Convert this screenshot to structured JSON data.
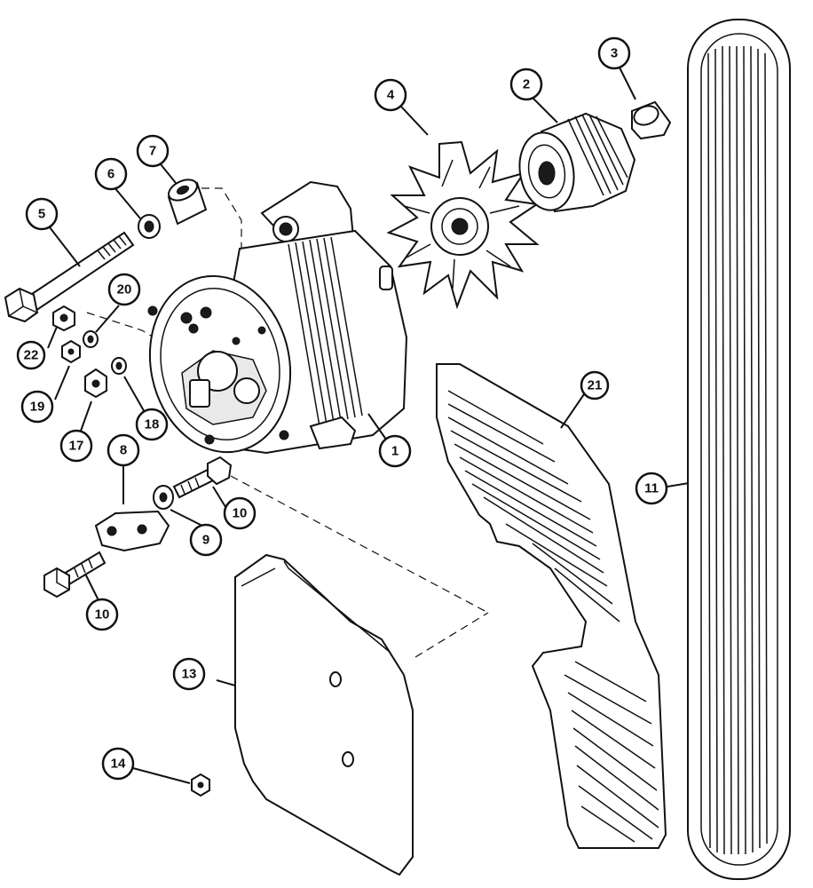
{
  "callouts": [
    {
      "id": "1",
      "label": "1"
    },
    {
      "id": "2",
      "label": "2"
    },
    {
      "id": "3",
      "label": "3"
    },
    {
      "id": "4",
      "label": "4"
    },
    {
      "id": "5",
      "label": "5"
    },
    {
      "id": "6",
      "label": "6"
    },
    {
      "id": "7",
      "label": "7"
    },
    {
      "id": "8",
      "label": "8"
    },
    {
      "id": "9",
      "label": "9"
    },
    {
      "id": "10a",
      "label": "10"
    },
    {
      "id": "10b",
      "label": "10"
    },
    {
      "id": "11",
      "label": "11"
    },
    {
      "id": "13",
      "label": "13"
    },
    {
      "id": "14",
      "label": "14"
    },
    {
      "id": "17",
      "label": "17"
    },
    {
      "id": "18",
      "label": "18"
    },
    {
      "id": "19",
      "label": "19"
    },
    {
      "id": "20",
      "label": "20"
    },
    {
      "id": "21",
      "label": "21"
    },
    {
      "id": "22",
      "label": "22"
    }
  ],
  "parts": {
    "alternator": "alternator-assembly",
    "pulley": "pulley",
    "pulley_nut_cap": "pulley-cap",
    "fan": "cooling-fan",
    "long_bolt": "long-bolt",
    "washer": "washer",
    "spacer": "spacer",
    "bracket_plate": "bracket-plate",
    "flat_washer": "flat-washer",
    "bolt": "bolt",
    "drive_belt": "drive-belt",
    "cover": "cover",
    "nut": "nut",
    "heat_shield": "heat-shield"
  }
}
